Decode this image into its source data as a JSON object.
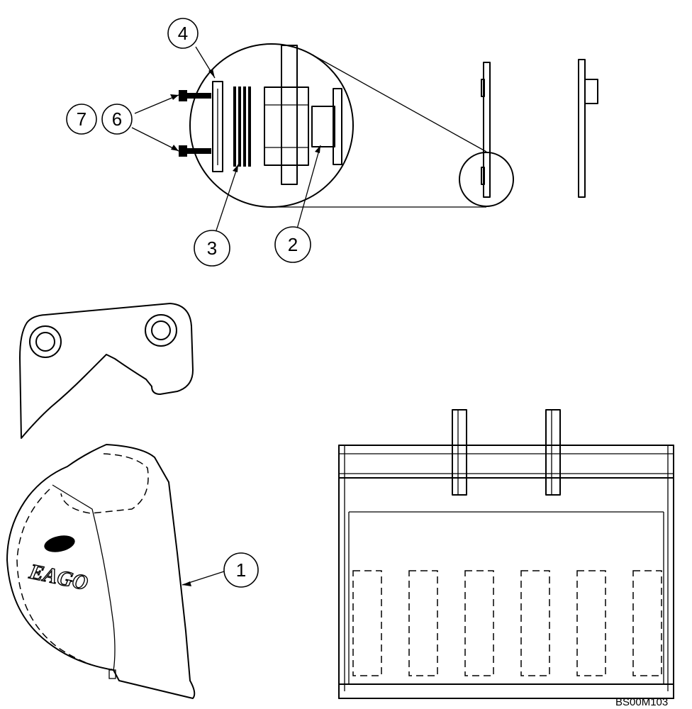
{
  "callouts": {
    "c1": "1",
    "c2": "2",
    "c3": "3",
    "c4": "4",
    "c6": "6",
    "c7": "7"
  },
  "logo_text": "EAGO",
  "drawing_code": "BS00M103"
}
